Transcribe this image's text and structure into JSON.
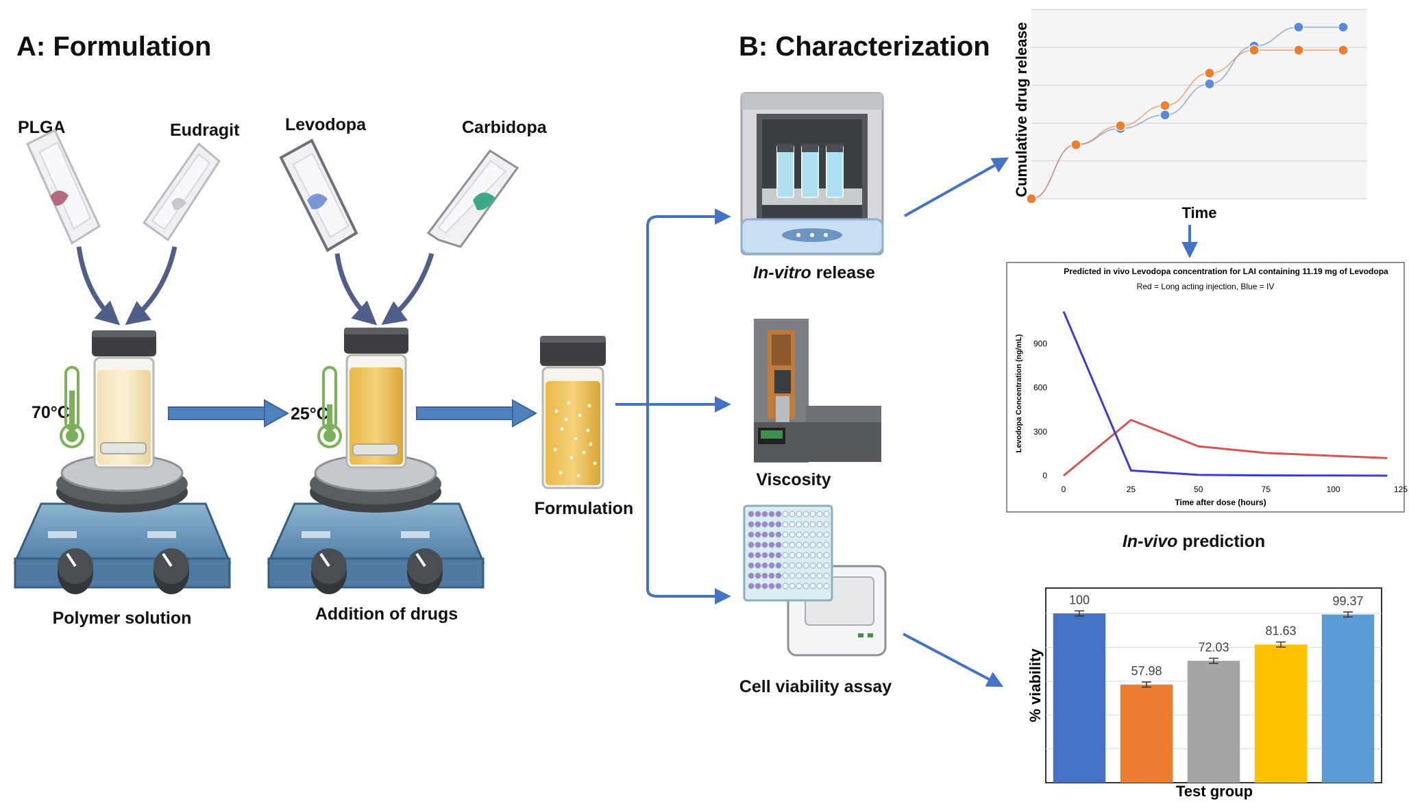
{
  "panel_a": {
    "title": "A: Formulation",
    "reagents": {
      "plga": "PLGA",
      "eudragit": "Eudragit",
      "levodopa": "Levodopa",
      "carbidopa": "Carbidopa"
    },
    "temp1": "70°C",
    "temp2": "25°C",
    "step1": "Polymer solution",
    "step2": "Addition of drugs",
    "product": "Formulation"
  },
  "panel_b": {
    "title": "B: Characterization",
    "in_vitro_italic": "In-vitro",
    "in_vitro_rest": " release",
    "viscosity": "Viscosity",
    "cell_viability": "Cell viability assay",
    "in_vivo_italic": "In-vivo",
    "in_vivo_rest": " prediction"
  },
  "colors": {
    "arrow_blue": "#4472c4",
    "series_blue": "#5b8bd6",
    "series_orange": "#ed7d31",
    "sim_red": "#d9534f",
    "sim_blue": "#3b3bd6"
  },
  "chart_data": [
    {
      "type": "line",
      "ylabel": "Cumulative drug release",
      "xlabel": "Time",
      "x": [
        0,
        1,
        2,
        3,
        4,
        5,
        6,
        7
      ],
      "series": [
        {
          "color": "#5b8bd6",
          "values": [
            0,
            0.4,
            0.52,
            0.62,
            0.85,
            1.13,
            1.27,
            1.27
          ]
        },
        {
          "color": "#ed7d31",
          "values": [
            0,
            0.4,
            0.54,
            0.69,
            0.93,
            1.1,
            1.1,
            1.1
          ]
        }
      ],
      "ylim": [
        0,
        1.4
      ],
      "grid": true
    },
    {
      "type": "line",
      "title": "Predicted in vivo Levodopa concentration for LAI containing 11.19 mg of Levodopa",
      "subtitle": "Red = Long acting injection, Blue = IV",
      "xlabel": "Time after dose (hours)",
      "ylabel": "Levodopa Concentration (ng/mL)",
      "xticks": [
        0,
        25,
        50,
        75,
        100,
        125
      ],
      "yticks": [
        0,
        300,
        600,
        900
      ],
      "xlim": [
        0,
        125
      ],
      "ylim": [
        0,
        1150
      ],
      "series": [
        {
          "name": "Long acting injection",
          "color": "#d9534f",
          "x": [
            0,
            25,
            50,
            75,
            100,
            120
          ],
          "values": [
            0,
            380,
            200,
            155,
            135,
            120
          ]
        },
        {
          "name": "IV",
          "color": "#3b3bd6",
          "x": [
            0,
            25,
            50,
            75,
            100,
            120
          ],
          "values": [
            1120,
            35,
            5,
            2,
            1,
            0
          ]
        }
      ]
    },
    {
      "type": "bar",
      "xlabel": "Test group",
      "ylabel": "% viability",
      "values": [
        100,
        57.98,
        72.03,
        81.63,
        99.37
      ],
      "labels": [
        "100",
        "57.98",
        "72.03",
        "81.63",
        "99.37"
      ],
      "colors": [
        "#4472c4",
        "#ed7d31",
        "#a5a5a5",
        "#ffc000",
        "#5b9bd5"
      ],
      "error": [
        1.5,
        1.5,
        1.5,
        1.5,
        1.5
      ],
      "ylim": [
        0,
        115
      ],
      "grid": true
    }
  ]
}
